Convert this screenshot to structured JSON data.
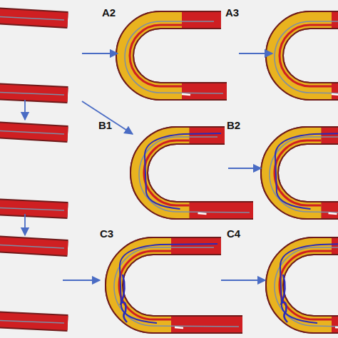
{
  "diagram": {
    "labels": [
      "A2",
      "A3",
      "B1",
      "B2",
      "C3",
      "C4"
    ]
  }
}
